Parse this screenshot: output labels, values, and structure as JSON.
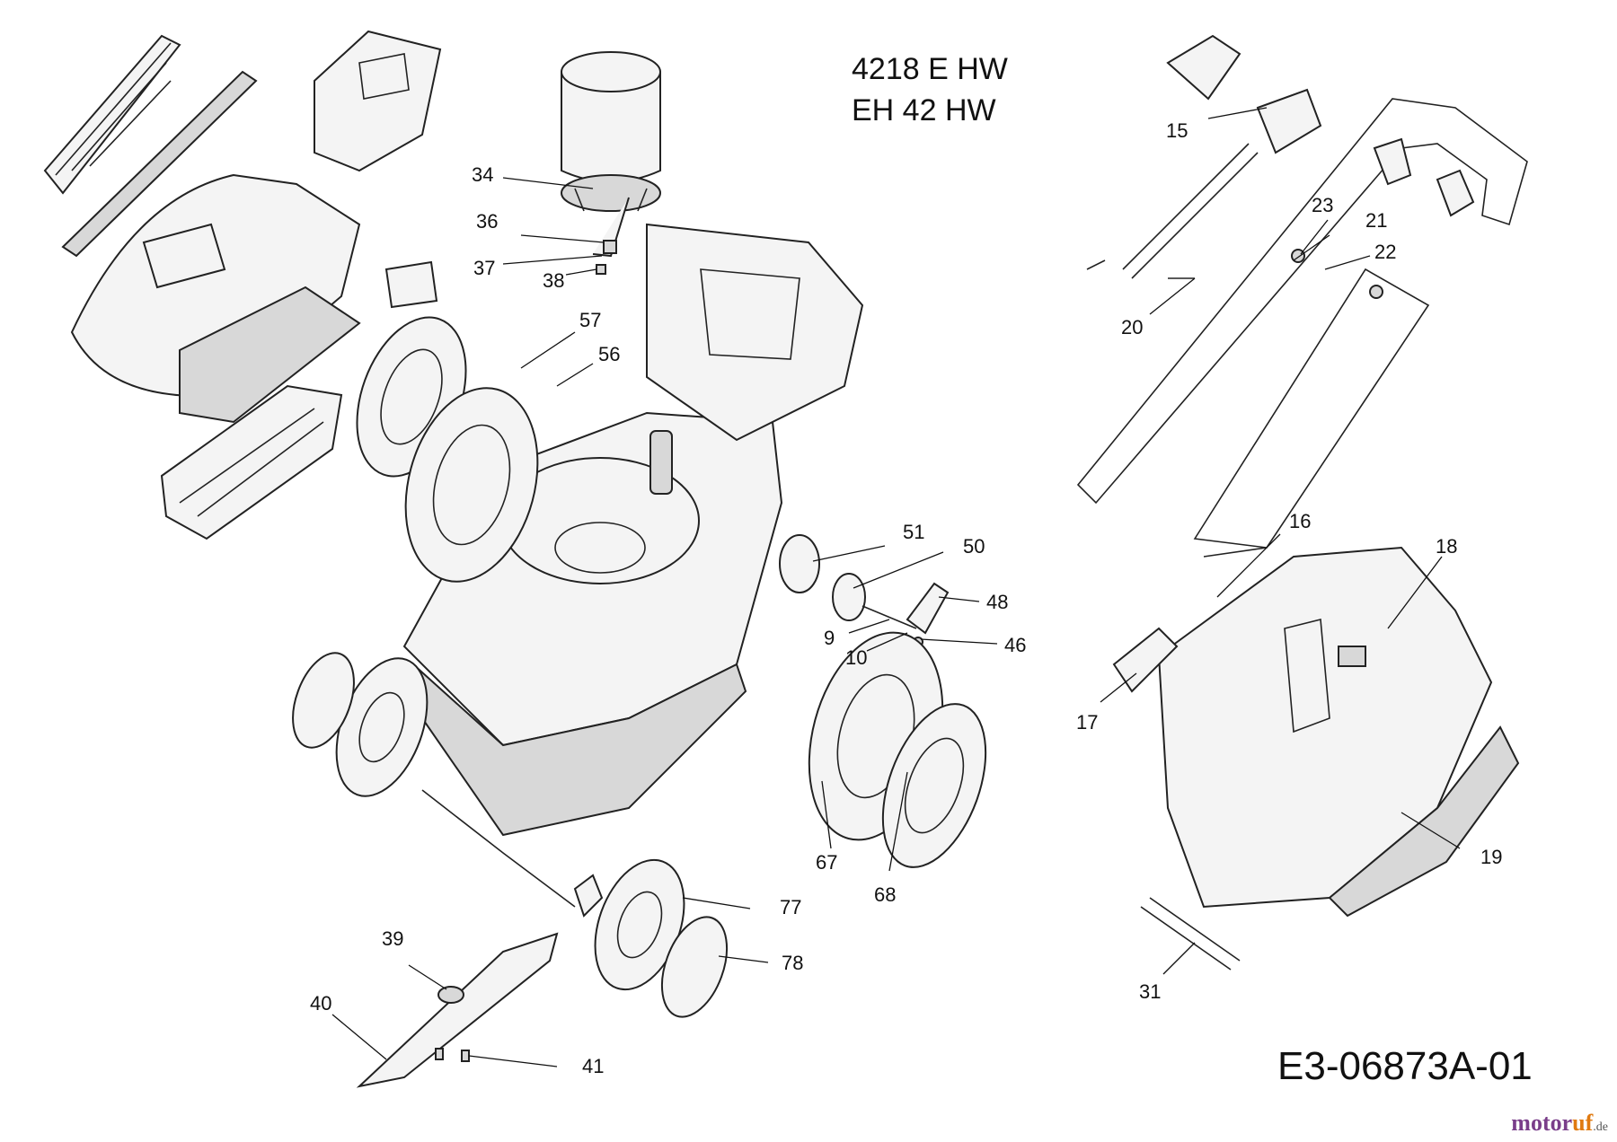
{
  "title_lines": [
    "4218 E HW",
    "EH 42 HW"
  ],
  "drawing_code": "E3-06873A-01",
  "watermark": {
    "brand_a": "motor",
    "brand_b": "uf",
    "suffix": ".de"
  },
  "colors": {
    "ink": "#111111",
    "fill": "#f4f4f4",
    "shade": "#d8d8d8",
    "brand_purple": "#7a3e8a",
    "brand_orange": "#e07a10"
  },
  "callouts": [
    {
      "id": "34",
      "label": "34"
    },
    {
      "id": "36",
      "label": "36"
    },
    {
      "id": "37",
      "label": "37"
    },
    {
      "id": "38",
      "label": "38"
    },
    {
      "id": "57",
      "label": "57"
    },
    {
      "id": "56",
      "label": "56"
    },
    {
      "id": "51",
      "label": "51"
    },
    {
      "id": "50",
      "label": "50"
    },
    {
      "id": "48",
      "label": "48"
    },
    {
      "id": "9",
      "label": "9"
    },
    {
      "id": "10",
      "label": "10"
    },
    {
      "id": "46",
      "label": "46"
    },
    {
      "id": "67",
      "label": "67"
    },
    {
      "id": "68",
      "label": "68"
    },
    {
      "id": "77",
      "label": "77"
    },
    {
      "id": "78",
      "label": "78"
    },
    {
      "id": "39",
      "label": "39"
    },
    {
      "id": "40",
      "label": "40"
    },
    {
      "id": "41",
      "label": "41"
    },
    {
      "id": "15",
      "label": "15"
    },
    {
      "id": "23",
      "label": "23"
    },
    {
      "id": "21",
      "label": "21"
    },
    {
      "id": "22",
      "label": "22"
    },
    {
      "id": "20",
      "label": "20"
    },
    {
      "id": "16",
      "label": "16"
    },
    {
      "id": "18",
      "label": "18"
    },
    {
      "id": "17",
      "label": "17"
    },
    {
      "id": "19",
      "label": "19"
    },
    {
      "id": "31",
      "label": "31"
    }
  ]
}
